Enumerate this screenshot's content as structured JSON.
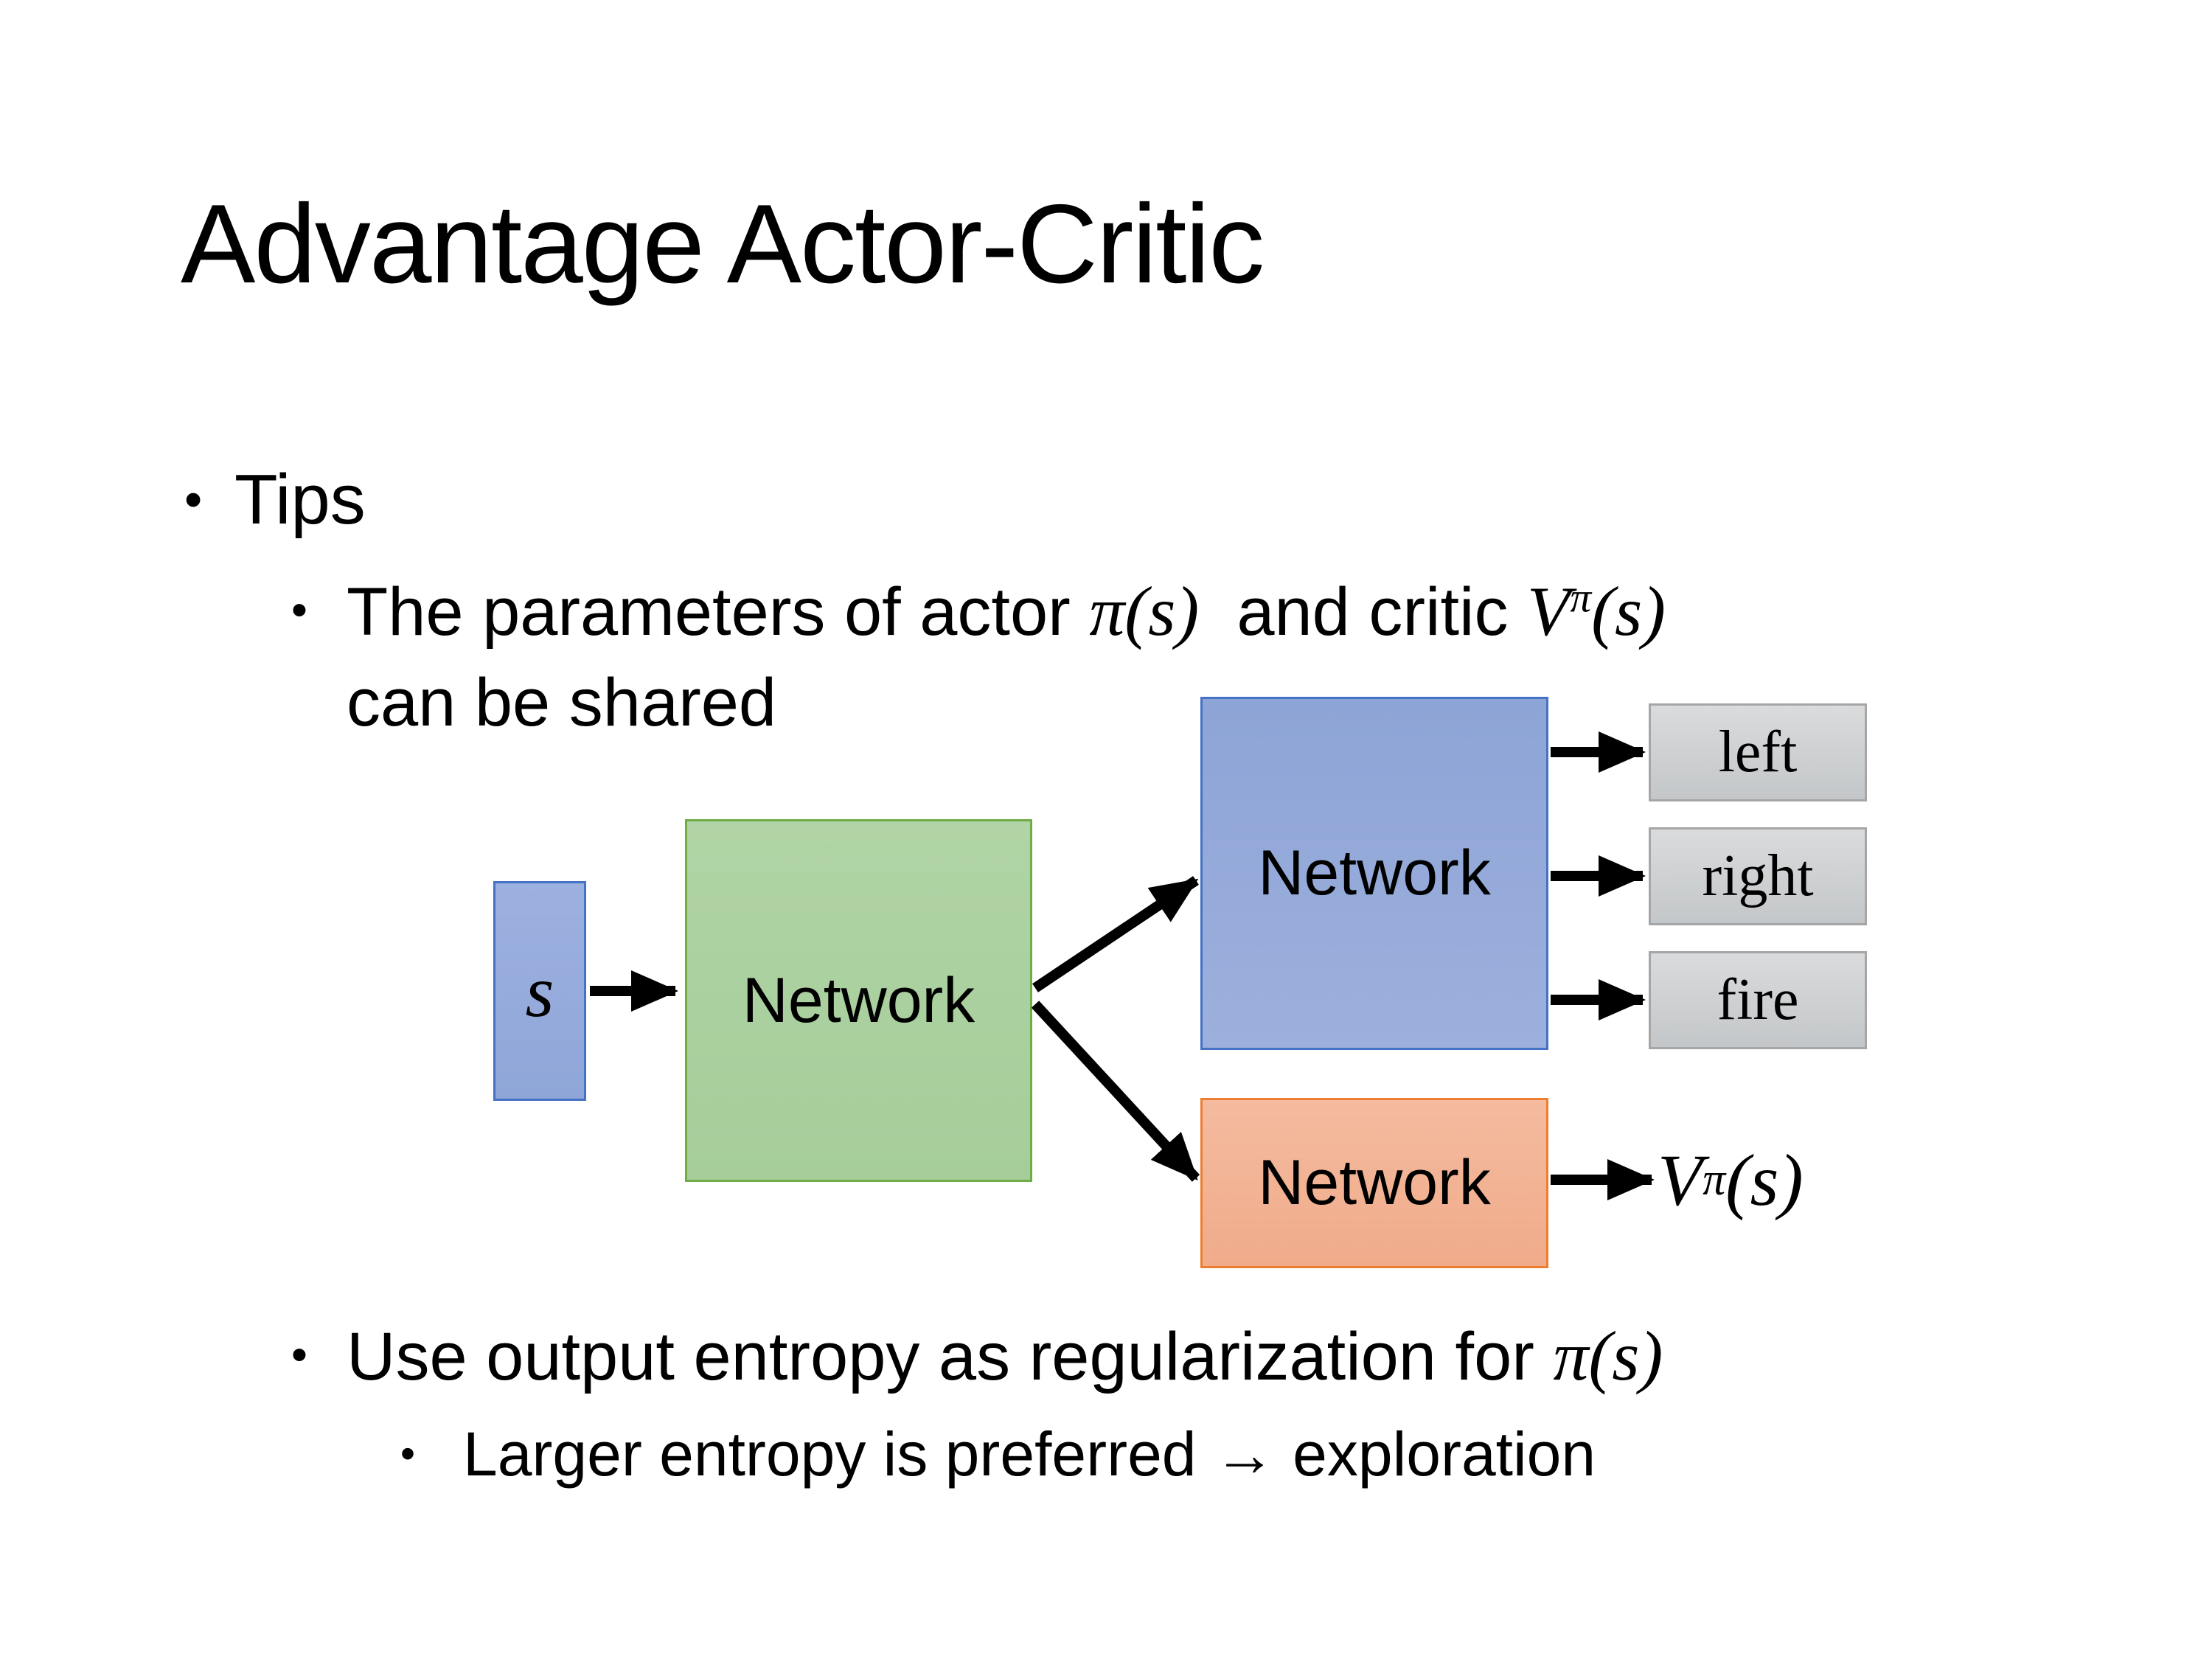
{
  "title": "Advantage Actor-Critic",
  "bullets": {
    "bullet_glyph": "•",
    "tips_label": "Tips",
    "b1_text1": "The parameters of actor ",
    "b1_math1": "π(s)",
    "b1_text2": "  and critic ",
    "b1_value_base": "V",
    "b1_value_sup": "π",
    "b1_value_args": "(s)",
    "b1_line2": "can be shared",
    "b2_text1": "Use output entropy as regularization for ",
    "b2_math1": "π(s)",
    "b3_text": "Larger entropy is preferred → exploration"
  },
  "diagram": {
    "state_label": "s",
    "shared_network_label": "Network",
    "actor_network_label": "Network",
    "critic_network_label": "Network",
    "actions": [
      "left",
      "right",
      "fire"
    ],
    "value_base": "V",
    "value_sup": "π",
    "value_args": "(s)"
  },
  "colors": {
    "state_box_fill": "#93a9db",
    "state_box_border": "#4472c4",
    "shared_box_fill": "#abd0a0",
    "shared_box_border": "#70ad47",
    "actor_box_fill": "#97acd8",
    "actor_box_border": "#4472c4",
    "critic_box_fill": "#f2b294",
    "critic_box_border": "#ed7d31",
    "action_box_fill": "#cacdcf",
    "action_box_border": "#a6a6a6",
    "arrow": "#000000",
    "text": "#000000"
  }
}
